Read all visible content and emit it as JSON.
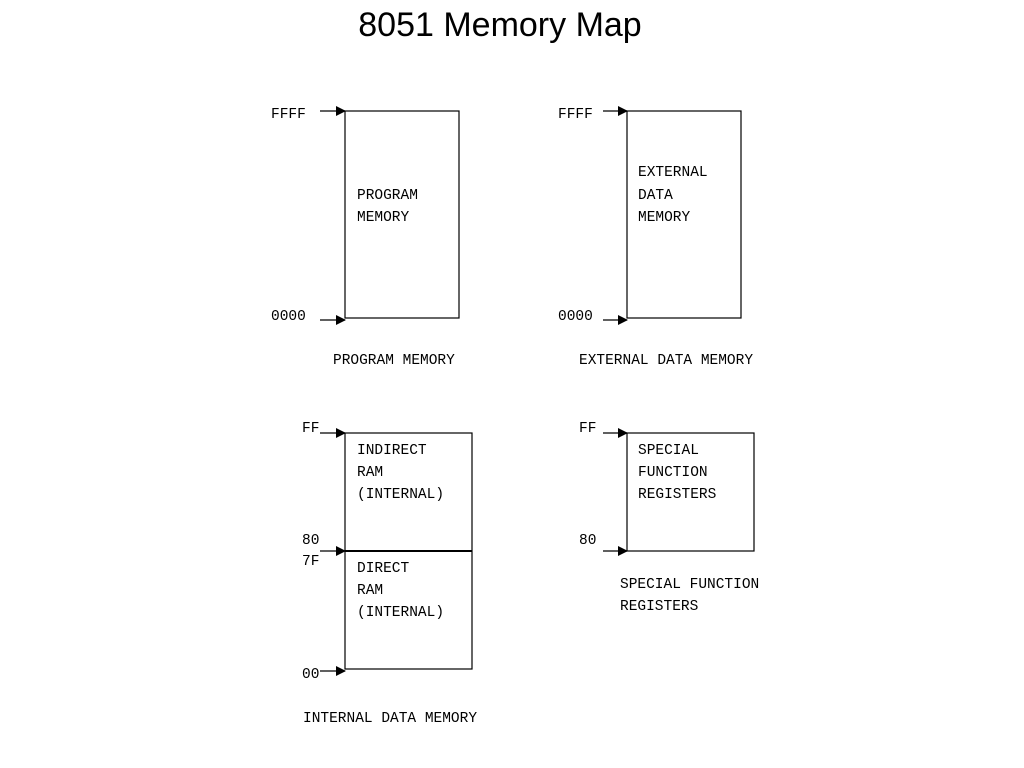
{
  "title": "8051 Memory Map",
  "program_memory": {
    "top_addr": "FFFF",
    "bottom_addr": "0000",
    "block": [
      "PROGRAM",
      "MEMORY"
    ],
    "caption": "PROGRAM MEMORY"
  },
  "external_data_memory": {
    "top_addr": "FFFF",
    "bottom_addr": "0000",
    "block": [
      "EXTERNAL",
      "DATA",
      "MEMORY"
    ],
    "caption": "EXTERNAL DATA MEMORY"
  },
  "internal_data_memory": {
    "top_addr": "FF",
    "mid_addr_upper": "80",
    "mid_addr_lower": "7F",
    "bottom_addr": "00",
    "upper_block": [
      "INDIRECT",
      "RAM",
      "(INTERNAL)"
    ],
    "lower_block": [
      "DIRECT",
      "RAM",
      "(INTERNAL)"
    ],
    "caption": "INTERNAL DATA MEMORY"
  },
  "special_function_registers": {
    "top_addr": "FF",
    "bottom_addr": "80",
    "block": [
      "SPECIAL",
      "FUNCTION",
      "REGISTERS"
    ],
    "caption": [
      "SPECIAL FUNCTION",
      "REGISTERS"
    ]
  }
}
